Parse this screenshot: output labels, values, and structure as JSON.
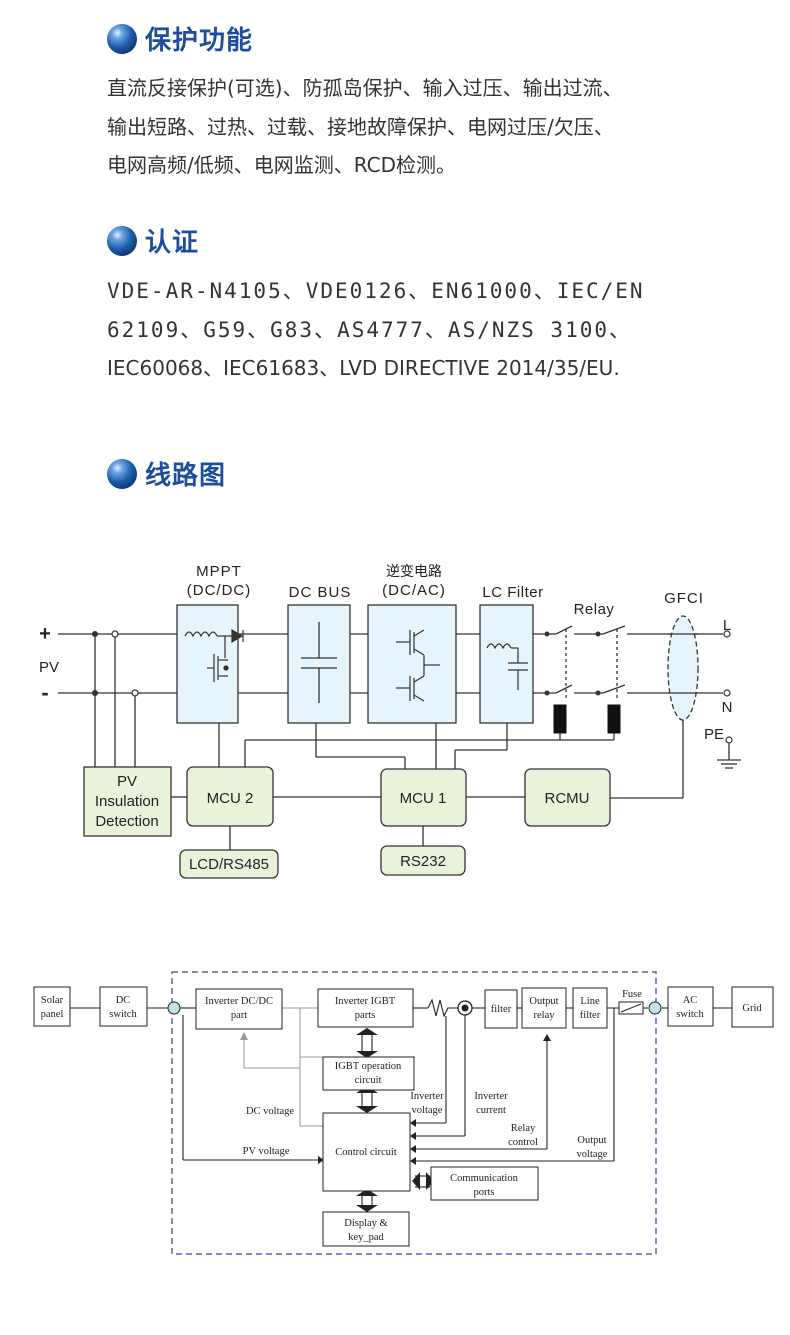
{
  "sections": {
    "protection": {
      "title": "保护功能",
      "lines": [
        "直流反接保护(可选)、防孤岛保护、输入过压、输出过流、",
        "输出短路、过热、过载、接地故障保护、电网过压/欠压、",
        "电网高频/低频、电网监测、RCD检测。"
      ]
    },
    "certification": {
      "title": "认证",
      "lines": [
        "VDE-AR-N4105、VDE0126、EN61000、IEC/EN",
        "62109、G59、G83、AS4777、AS/NZS 3100、",
        "IEC60068、IEC61683、LVD DIRECTIVE 2014/35/EU."
      ]
    },
    "circuit": {
      "title": "线路图"
    }
  },
  "diagram1": {
    "plus": "+",
    "minus": "-",
    "pv": "PV",
    "mppt_title": "MPPT",
    "mppt_sub": "(DC/DC)",
    "dcbus": "DC BUS",
    "inverter_title": "逆变电路",
    "inverter_sub": "(DC/AC)",
    "lcfilter": "LC Filter",
    "relay": "Relay",
    "gfci": "GFCI",
    "L": "L",
    "N": "N",
    "PE": "PE",
    "pv_ins_1": "PV",
    "pv_ins_2": "Insulation",
    "pv_ins_3": "Detection",
    "mcu2": "MCU 2",
    "mcu1": "MCU 1",
    "rcmu": "RCMU",
    "lcd": "LCD/RS485",
    "rs232": "RS232"
  },
  "diagram2": {
    "solar_1": "Solar",
    "solar_2": "panel",
    "dcsw_1": "DC",
    "dcsw_2": "switch",
    "invdc_1": "Inverter DC/DC",
    "invdc_2": "part",
    "igbt_1": "Inverter IGBT",
    "igbt_2": "parts",
    "filter": "filter",
    "outrelay_1": "Output",
    "outrelay_2": "relay",
    "linefilter_1": "Line",
    "linefilter_2": "filter",
    "fuse": "Fuse",
    "acsw_1": "AC",
    "acsw_2": "switch",
    "grid": "Grid",
    "igbtop_1": "IGBT operation",
    "igbtop_2": "circuit",
    "dcvoltage": "DC voltage",
    "pvvoltage": "PV voltage",
    "control": "Control circuit",
    "invvolt_1": "Inverter",
    "invvolt_2": "voltage",
    "invcur_1": "Inverter",
    "invcur_2": "current",
    "relayctl_1": "Relay",
    "relayctl_2": "control",
    "outvolt_1": "Output",
    "outvolt_2": "voltage",
    "comm_1": "Communication",
    "comm_2": "ports",
    "disp_1": "Display &",
    "disp_2": "key_pad"
  },
  "colors": {
    "heading": "#1d4e9c",
    "box_blue_fill": "#e6f4fb",
    "box_green_fill": "#e9f3da",
    "dashed_frame": "#5564b4"
  }
}
